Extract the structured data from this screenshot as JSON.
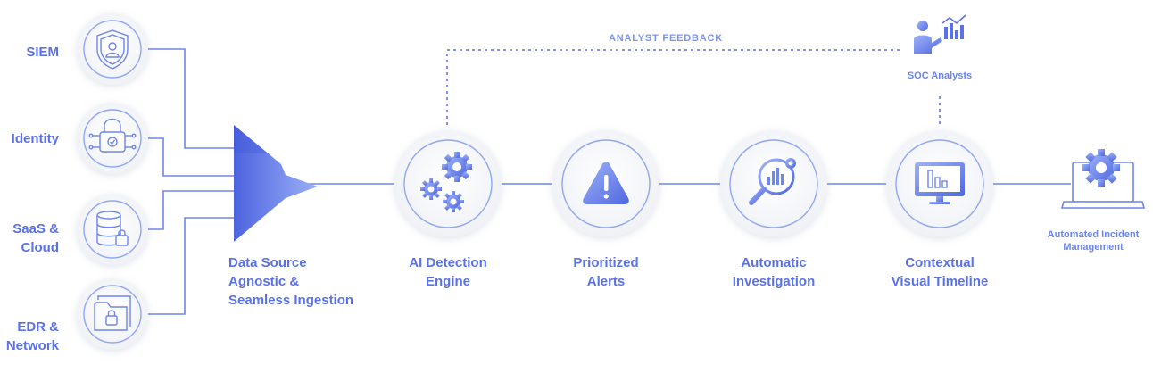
{
  "colors": {
    "accent": "#5b72e6",
    "accent_light": "#8fa6f5",
    "line": "#6f86ea",
    "circle_fill": "#f4f5f8",
    "circle_ring": "#ffffff"
  },
  "sources": [
    {
      "label_lines": [
        "SIEM"
      ],
      "icon": "shield-user-icon"
    },
    {
      "label_lines": [
        "Identity"
      ],
      "icon": "padlock-icon"
    },
    {
      "label_lines": [
        "SaaS &",
        "Cloud"
      ],
      "icon": "database-lock-icon"
    },
    {
      "label_lines": [
        "EDR &",
        "Network"
      ],
      "icon": "folder-lock-icon"
    }
  ],
  "ingestion": {
    "label_lines": [
      "Data Source",
      "Agnostic &",
      "Seamless Ingestion"
    ],
    "icon": "funnel-icon"
  },
  "stages": [
    {
      "label_lines": [
        "AI Detection",
        "Engine"
      ],
      "icon": "gears-icon"
    },
    {
      "label_lines": [
        "Prioritized",
        "Alerts"
      ],
      "icon": "warning-icon"
    },
    {
      "label_lines": [
        "Automatic",
        "Investigation"
      ],
      "icon": "magnifier-chart-icon"
    },
    {
      "label_lines": [
        "Contextual",
        "Visual Timeline"
      ],
      "icon": "monitor-chart-icon"
    }
  ],
  "feedback": {
    "label": "ANALYST FEEDBACK"
  },
  "analysts": {
    "label": "SOC Analysts",
    "icon": "presenter-chart-icon"
  },
  "automation": {
    "label_lines": [
      "Automated Incident",
      "Management"
    ],
    "icon": "laptop-gear-icon"
  }
}
